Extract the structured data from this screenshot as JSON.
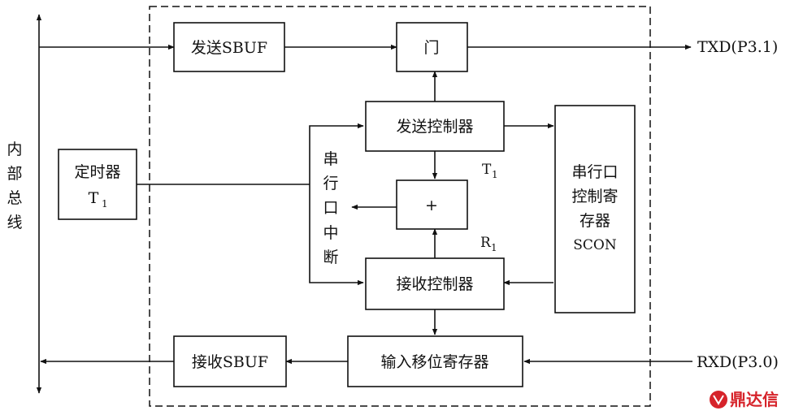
{
  "blocks": {
    "send_sbuf": "发送SBUF",
    "gate": "门",
    "send_controller": "发送控制器",
    "timer_line1": "定时器",
    "timer_line2": "T",
    "timer_sub": "1",
    "plus": "+",
    "recv_controller": "接收控制器",
    "scon_lines": [
      "串行口",
      "控制寄",
      "存器",
      "SCON"
    ],
    "input_shift_reg": "输入移位寄存器",
    "recv_sbuf": "接收SBUF"
  },
  "labels": {
    "bus_chars": [
      "内",
      "部",
      "总",
      "线"
    ],
    "interrupt_chars": [
      "串",
      "行",
      "口",
      "中",
      "断"
    ],
    "t1": "T",
    "t1_sub": "1",
    "r1": "R",
    "r1_sub": "1",
    "txd": "TXD(P3.1)",
    "rxd": "RXD(P3.0)"
  },
  "watermark": {
    "text": "鼎达信",
    "color": "#d6232a"
  }
}
